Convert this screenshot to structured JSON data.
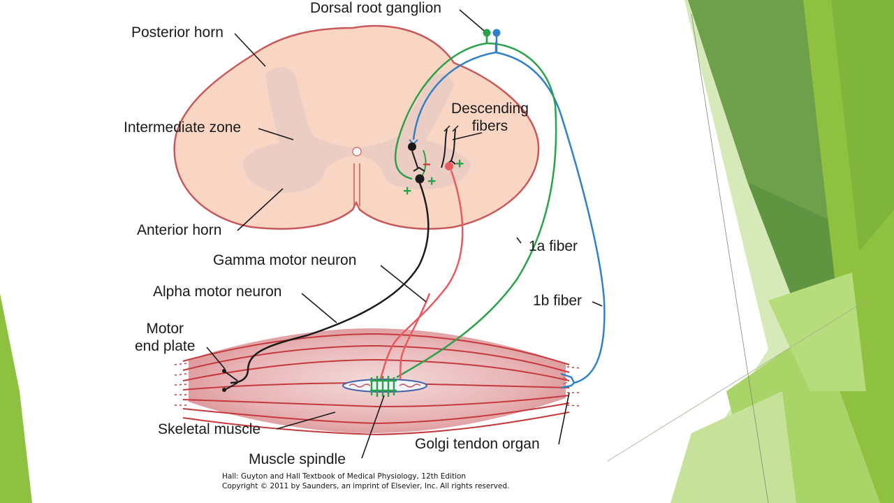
{
  "labels": {
    "dorsal_root_ganglion": "Dorsal root ganglion",
    "posterior_horn": "Posterior horn",
    "intermediate_zone": "Intermediate zone",
    "descending_fibers": "Descending\nfibers",
    "anterior_horn": "Anterior horn",
    "gamma_motor_neuron": "Gamma motor neuron",
    "alpha_motor_neuron": "Alpha motor neuron",
    "fiber_1a": "1a fiber",
    "fiber_1b": "1b fiber",
    "motor_end_plate": "Motor\nend plate",
    "skeletal_muscle": "Skeletal muscle",
    "muscle_spindle": "Muscle spindle",
    "golgi_tendon_organ": "Golgi tendon organ"
  },
  "signs": {
    "minus": "−",
    "plus": "+"
  },
  "credit": {
    "line1": "Hall: Guyton and Hall Textbook of Medical Physiology, 12th Edition",
    "line2": "Copyright © 2011 by Saunders, an imprint of Elsevier, Inc. All rights reserved."
  },
  "colors": {
    "fiber_1a": "#2aa24a",
    "fiber_1b": "#2f80c8",
    "alpha_motor": "#1a1a1a",
    "gamma_motor": "#e85a60",
    "spinal_outline": "#c9585b",
    "muscle": "#e2a3a5",
    "theme_green": "#8bc34a"
  }
}
